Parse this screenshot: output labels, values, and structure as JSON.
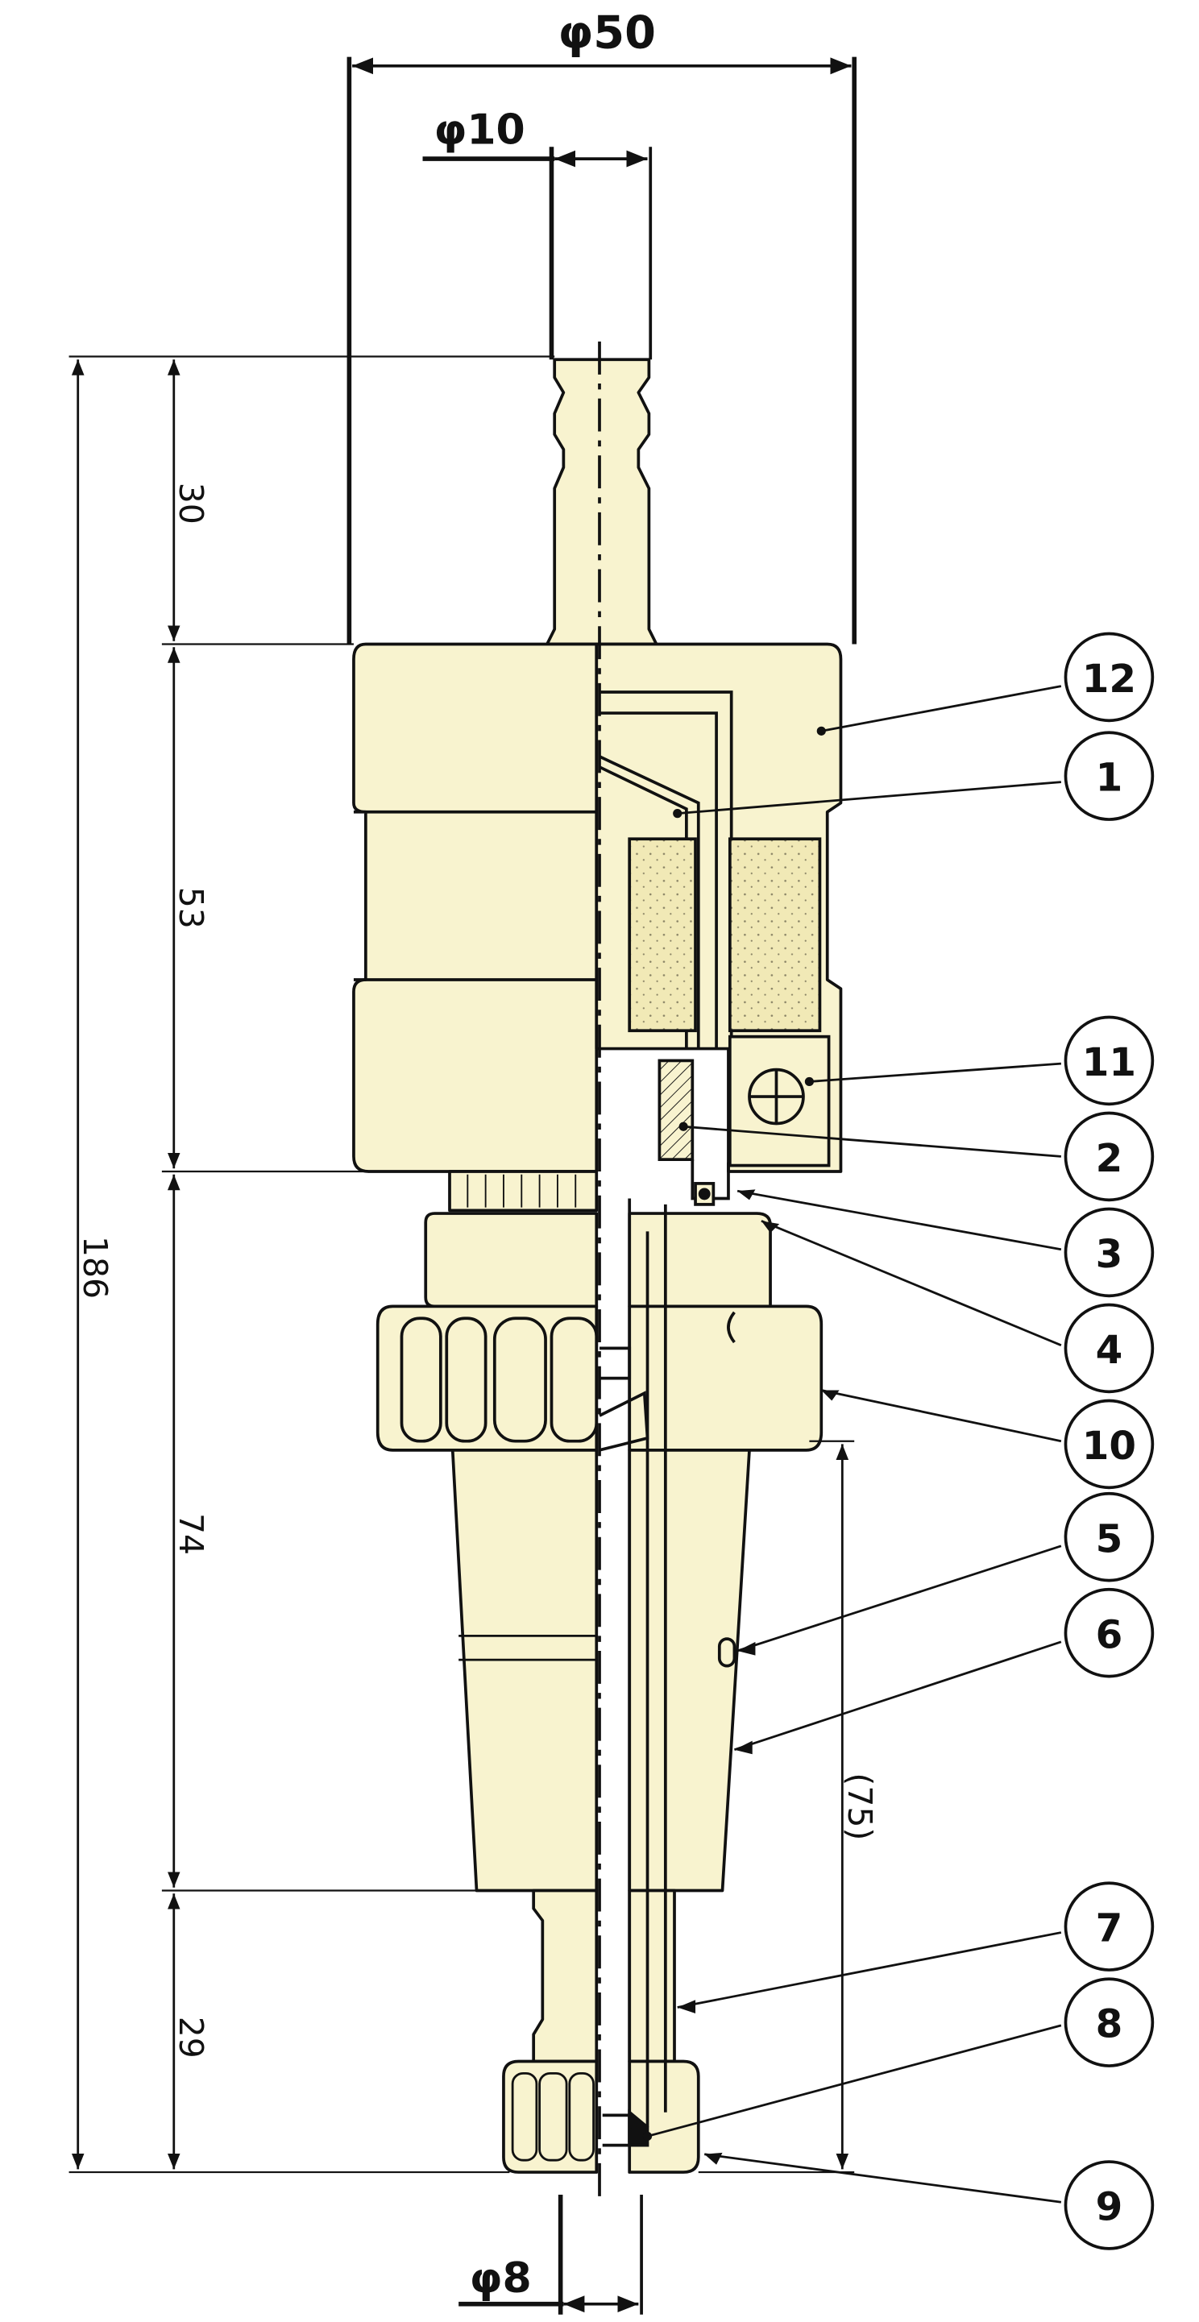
{
  "colors": {
    "part_fill": "#f8f3cf",
    "outline": "#111111",
    "dimension": "#111111",
    "filter": "#f1e9b6"
  },
  "dimensions": {
    "overall_diameter": "φ50",
    "inlet_diameter": "φ10",
    "outlet_diameter": "φ8",
    "section_1": "30",
    "section_2": "53",
    "section_3": "74",
    "section_4": "29",
    "total_length": "186",
    "reference_length": "(75)"
  },
  "balloons": [
    "12",
    "1",
    "11",
    "2",
    "3",
    "4",
    "10",
    "5",
    "6",
    "7",
    "8",
    "9"
  ]
}
